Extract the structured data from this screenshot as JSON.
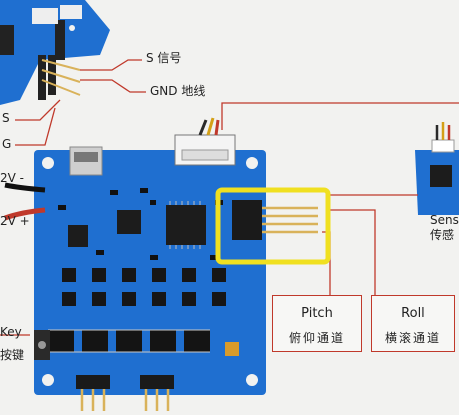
{
  "labels": {
    "s_signal": "S 信号",
    "gnd_ground": "GND 地线",
    "s_left": "S",
    "g_left": "G",
    "v_minus": "2V -",
    "v_plus": "2V +",
    "key": "Key",
    "key_cn": "按键",
    "sensor": "Sens",
    "sensor_cn": "传感"
  },
  "boxes": {
    "pitch": {
      "title": "Pitch",
      "subtitle": "俯仰通道"
    },
    "roll": {
      "title": "Roll",
      "subtitle": "横滚通道"
    }
  },
  "colors": {
    "board": "#1f6fd0",
    "board_dark": "#1857a8",
    "leader_line": "#c0392b",
    "highlight": "#f0e020",
    "background": "#f2f2f0",
    "chip": "#1c1c1c",
    "header_pin": "#d9b25a"
  }
}
